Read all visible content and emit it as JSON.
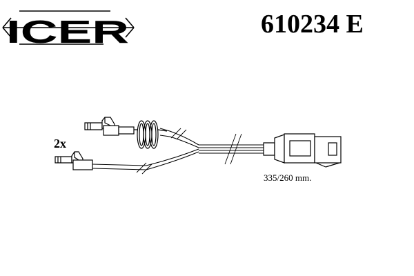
{
  "brand": {
    "name": "ICER"
  },
  "part_number": "610234 E",
  "diagram": {
    "quantity_label": "2x",
    "length_label": "335/260 mm."
  },
  "colors": {
    "ink": "#000000",
    "background": "#ffffff"
  }
}
